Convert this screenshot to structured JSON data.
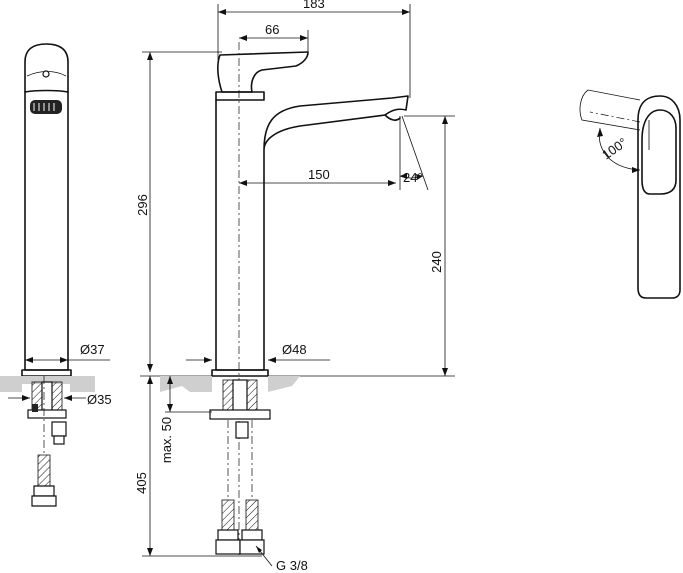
{
  "dimensions": {
    "total_width": "183",
    "lever_length": "66",
    "spout_reach": "150",
    "spout_angle": "24°",
    "total_height": "296",
    "spout_height": "240",
    "body_diameter_side": "Ø37",
    "base_diameter": "Ø48",
    "hole_diameter": "Ø35",
    "max_deck": "max. 50",
    "below_deck": "405",
    "connection": "G 3/8",
    "lever_rotation": "100°"
  }
}
